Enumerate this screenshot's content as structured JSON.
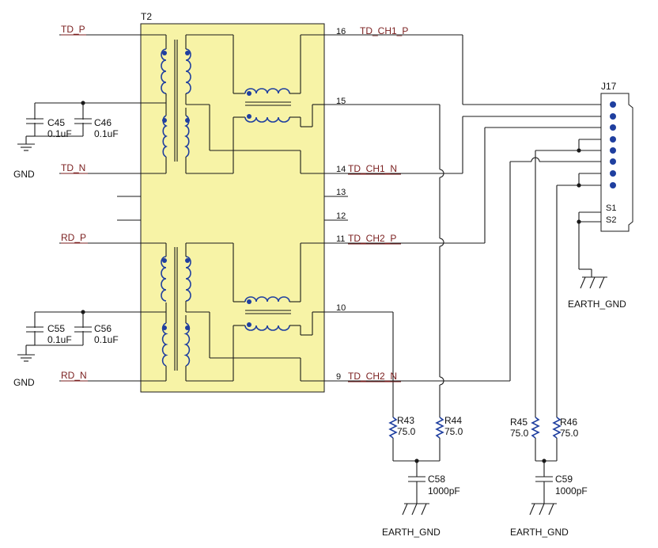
{
  "transformer": {
    "ref": "T2"
  },
  "connector": {
    "ref": "J17",
    "shield_pins": [
      "S1",
      "S2"
    ]
  },
  "nets": {
    "td_p": "TD_P",
    "td_n": "TD_N",
    "rd_p": "RD_P",
    "rd_n": "RD_N",
    "td_ch1_p": "TD_CH1_P",
    "td_ch1_n": "TD_CH1_N",
    "td_ch2_p": "TD_CH2_P",
    "td_ch2_n": "TD_CH2_N"
  },
  "pins": [
    "16",
    "15",
    "14",
    "13",
    "12",
    "11",
    "10",
    "9"
  ],
  "capacitors": [
    {
      "ref": "C45",
      "value": "0.1uF"
    },
    {
      "ref": "C46",
      "value": "0.1uF"
    },
    {
      "ref": "C55",
      "value": "0.1uF"
    },
    {
      "ref": "C56",
      "value": "0.1uF"
    },
    {
      "ref": "C58",
      "value": "1000pF"
    },
    {
      "ref": "C59",
      "value": "1000pF"
    }
  ],
  "resistors": [
    {
      "ref": "R43",
      "value": "75.0"
    },
    {
      "ref": "R44",
      "value": "75.0"
    },
    {
      "ref": "R45",
      "value": "75.0"
    },
    {
      "ref": "R46",
      "value": "75.0"
    }
  ],
  "grounds": {
    "gnd": "GND",
    "earth": "EARTH_GND"
  },
  "colors": {
    "transformer_fill": "#f7f3a6",
    "coil": "#1f3f9f",
    "net_label": "#7a1e1e",
    "wire": "#1a1a1a"
  }
}
